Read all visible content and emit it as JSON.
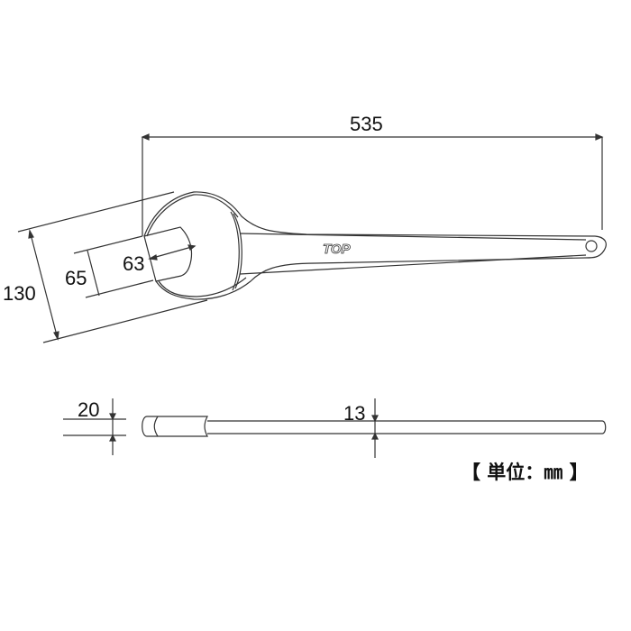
{
  "drawing": {
    "subject": "single open-end wrench",
    "brand_logo": "TOP",
    "stroke_color": "#333333",
    "background": "#ffffff"
  },
  "dimensions": {
    "overall_length": "535",
    "head_width": "130",
    "jaw_depth": "65",
    "jaw_opening": "63",
    "head_thickness": "20",
    "handle_thickness": "13"
  },
  "unit_label": "【 単位：㎜ 】"
}
